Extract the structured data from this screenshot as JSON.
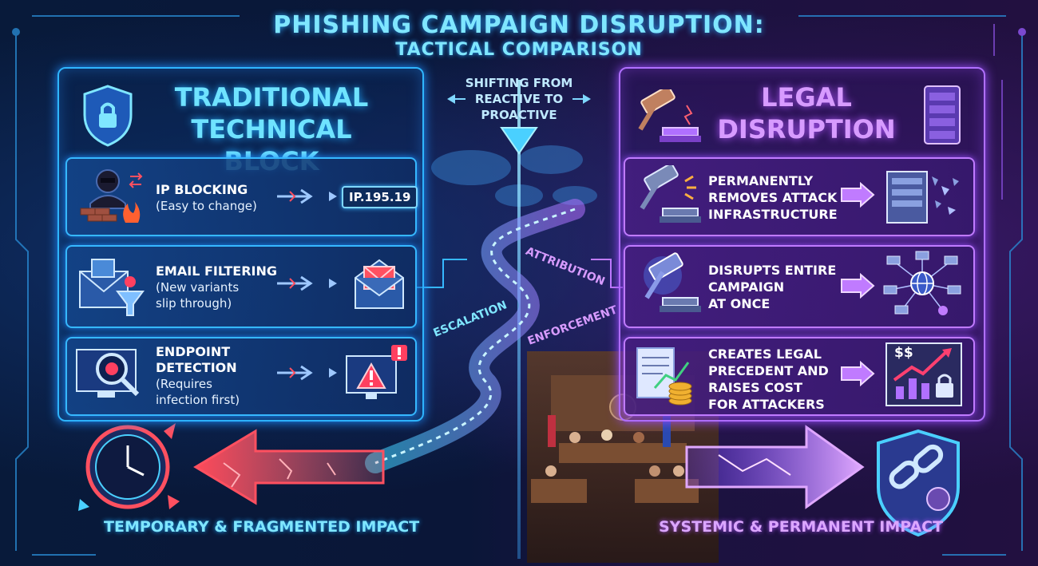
{
  "title": {
    "main": "PHISHING CAMPAIGN DISRUPTION:",
    "sub": "TACTICAL COMPARISON"
  },
  "center": {
    "shift_label": [
      "SHIFTING FROM",
      "REACTIVE TO",
      "PROACTIVE"
    ],
    "path_labels": {
      "attribution": "ATTRIBUTION",
      "escalation": "ESCALATION",
      "enforcement": "ENFORCEMENT"
    }
  },
  "left_panel": {
    "header": [
      "TRADITIONAL",
      "TECHNICAL BLOCK"
    ],
    "header_icon": "shield-lock-icon",
    "cards": [
      {
        "icon": "hacker-firewall-icon",
        "title": "IP BLOCKING",
        "sub": [
          "(Easy to change)"
        ],
        "result_label": "IP.195.19"
      },
      {
        "icon": "envelope-filter-icon",
        "title": "EMAIL FILTERING",
        "sub": [
          "(New variants",
          "slip through)"
        ],
        "result_icon": "open-envelope-icon"
      },
      {
        "icon": "magnifier-virus-icon",
        "title": "ENDPOINT",
        "title_line2": "DETECTION",
        "sub": [
          "(Requires",
          "infection first)"
        ],
        "result_icon": "monitor-warning-icon"
      }
    ],
    "impact": "TEMPORARY & FRAGMENTED IMPACT",
    "colors": {
      "accent": "#2fb6ff",
      "text": "#7fe6ff"
    }
  },
  "right_panel": {
    "header": [
      "LEGAL",
      "DISRUPTION"
    ],
    "header_icon": "gavel-icon",
    "header_icon_right": "server-rack-icon",
    "cards": [
      {
        "icon": "gavel-icon",
        "text": [
          "PERMANENTLY",
          "REMOVES ATTACK",
          "INFRASTRUCTURE"
        ],
        "result_icon": "shattered-server-icon"
      },
      {
        "icon": "gavel-glow-icon",
        "text": [
          "DISRUPTS ENTIRE",
          "CAMPAIGN",
          "AT ONCE"
        ],
        "result_icon": "network-globe-icon"
      },
      {
        "icon": "document-coins-icon",
        "text": [
          "CREATES LEGAL",
          "PRECEDENT AND",
          "RAISES COST",
          "FOR ATTACKERS"
        ],
        "result_icon": "rising-chart-lock-icon",
        "result_label": "$$"
      }
    ],
    "impact": "SYSTEMIC & PERMANENT IMPACT",
    "colors": {
      "accent": "#b070ff",
      "text": "#dba6ff"
    }
  },
  "bottom_icons": {
    "left": "broken-clock-icon",
    "right": "shield-chain-icon"
  }
}
